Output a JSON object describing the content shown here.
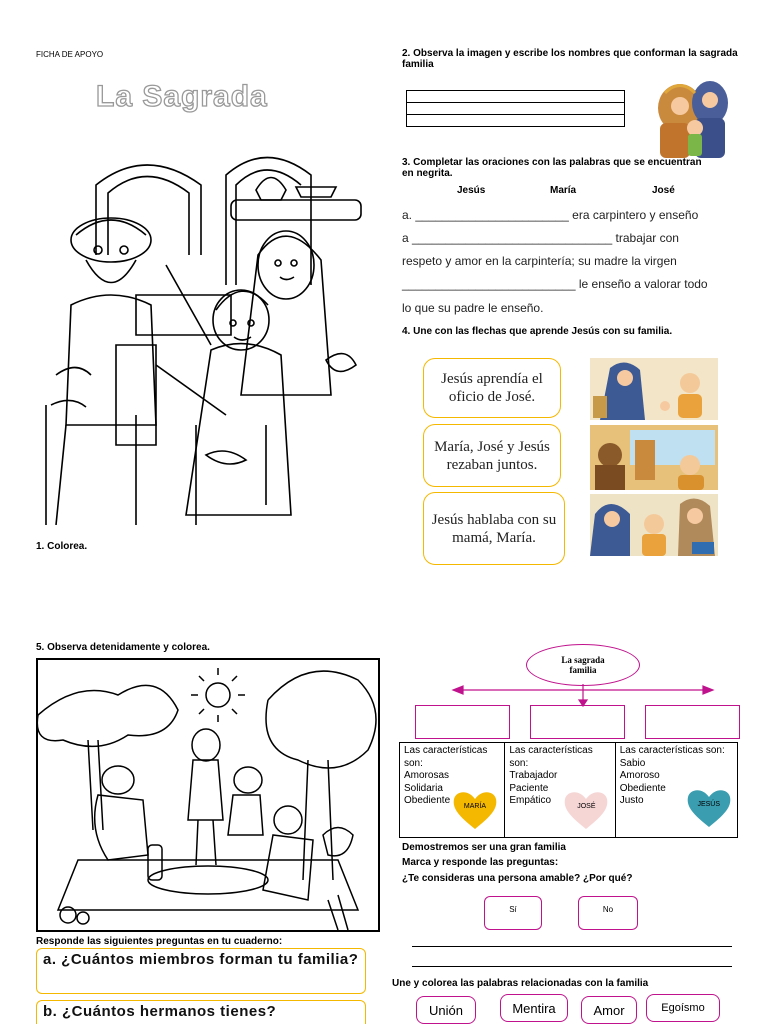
{
  "header": {
    "label": "FICHA DE APOYO"
  },
  "title": "La Sagrada",
  "q1": "1. Colorea.",
  "q2": "2. Observa la imagen y escribe los nombres que conforman la sagrada familia",
  "q3": {
    "title": "3. Completar las oraciones con las palabras que se encuentran en negrita.",
    "words": [
      "Jesús",
      "María",
      "José"
    ],
    "lines": [
      "a. _______________________ era carpintero y enseño",
      "a ______________________________ trabajar con",
      "respeto y amor en la carpintería; su madre la virgen",
      "__________________________ le enseño a valorar todo",
      "lo que su padre le enseño."
    ]
  },
  "q4": {
    "title": "4. Une con las flechas que aprende Jesús con su familia.",
    "boxes": [
      "Jesús aprendía el oficio de José.",
      "María, José y Jesús rezaban juntos.",
      "Jesús hablaba con su mamá, María."
    ]
  },
  "q5": "5. Observa detenidamente y colorea.",
  "diagram": {
    "root": "La sagrada familia",
    "columns": [
      {
        "intro": "Las características son:",
        "traits": [
          "Amorosas",
          "Solidaria",
          "Obediente"
        ],
        "heart": "MARÍA",
        "color": "#f5b800"
      },
      {
        "intro": "Las características son:",
        "traits": [
          "Trabajador",
          "Paciente",
          "Empático"
        ],
        "heart": "JOSÉ",
        "color": "#f6d5d5"
      },
      {
        "intro": "Las características son:",
        "traits": [
          "Sabio",
          "Amoroso",
          "Obediente",
          "Justo"
        ],
        "heart": "JESÚS",
        "color": "#3a9db0"
      }
    ]
  },
  "family": {
    "line1": "Demostremos ser una gran familia",
    "line2": "Marca y responde las preguntas:",
    "line3": "¿Te consideras una persona amable? ¿Por qué?",
    "yes": "Sí",
    "no": "No"
  },
  "q_cuaderno": {
    "title": "Responde las siguientes preguntas en tu cuaderno:",
    "a": "a. ¿Cuántos miembros forman tu familia?",
    "b": "b. ¿Cuántos hermanos tienes?"
  },
  "une": {
    "title": "Une y colorea las palabras relacionadas con la familia",
    "words": [
      "Unión",
      "Mentira",
      "Amor",
      "Egoísmo"
    ]
  }
}
